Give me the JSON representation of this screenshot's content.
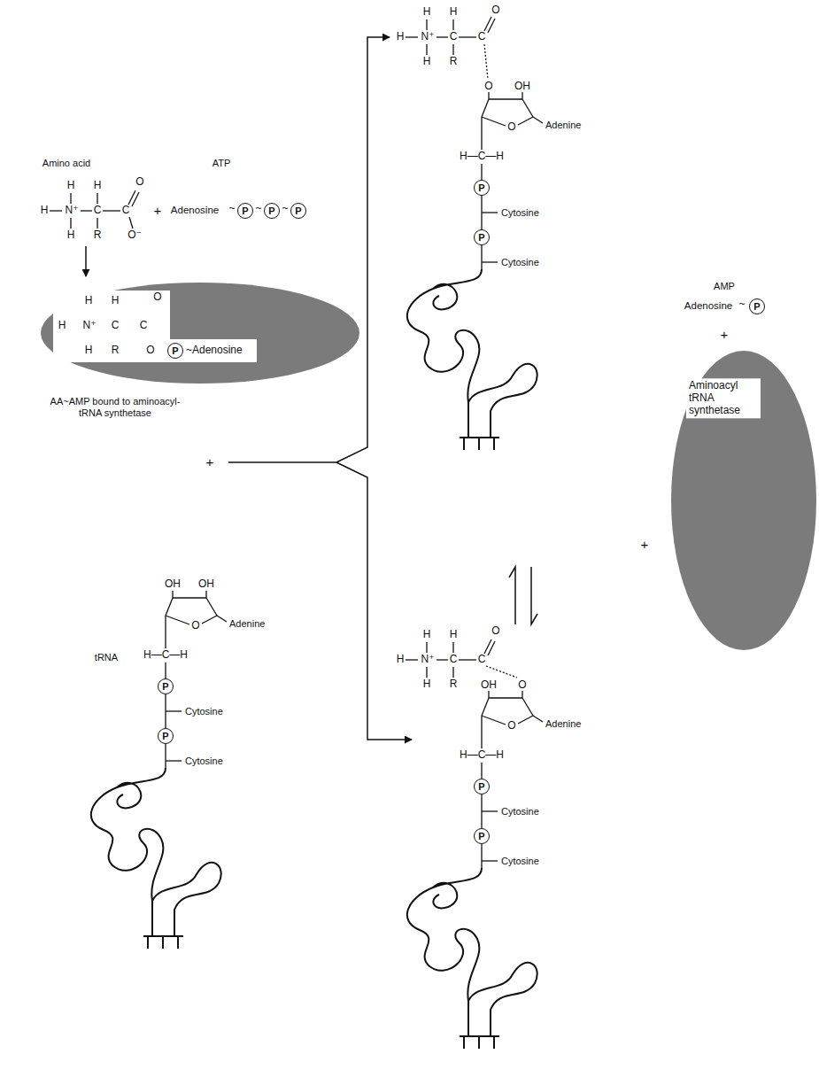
{
  "diagram": {
    "nodes": [
      {
        "text": [
          "P"
        ]
      },
      {
        "text": [
          "P"
        ]
      },
      {
        "text": [
          "P"
        ]
      },
      {
        "text": [
          "H",
          "H",
          "H",
          "N⁺",
          "C",
          "C",
          "O",
          "H",
          "R",
          "O",
          "~Adenosine"
        ]
      },
      {
        "text": [
          "P"
        ],
        "in": 3
      },
      {
        "text": [
          "P"
        ]
      },
      {
        "text": [
          "P"
        ]
      },
      {
        "text": [
          "P"
        ]
      },
      {
        "text": [
          "P"
        ]
      },
      {
        "text": [
          "P"
        ]
      },
      {
        "text": [
          "Aminoacyl tRNA synthetase"
        ]
      },
      {
        "text": [
          "P"
        ]
      },
      {
        "text": [
          "P"
        ]
      }
    ],
    "edges": [
      {
        "from": 5,
        "to": 6,
        "arrow": "none"
      },
      {
        "from": 7,
        "to": 8,
        "arrow": "none"
      },
      {
        "from": 11,
        "to": 12,
        "arrow": "none"
      }
    ],
    "labels": [
      "Amino acid",
      "ATP",
      "H",
      "H",
      "H",
      "N⁺",
      "C",
      "C",
      "O",
      "O⁻",
      "H",
      "R",
      "+",
      "Adenosine",
      "~",
      "~",
      "~",
      "AA~AMP bound to aminoacyl-tRNA synthetase",
      "+",
      "OH",
      "OH",
      "O",
      "Adenine",
      "H—C—H",
      "tRNA",
      "Cytosine",
      "Cytosine",
      "H",
      "H",
      "H",
      "N⁺",
      "C",
      "C",
      "O",
      "H",
      "R",
      "O",
      "OH",
      "O",
      "Adenine",
      "H—C—H",
      "Cytosine",
      "Cytosine",
      "AMP",
      "Adenosine",
      "~",
      "+",
      "+",
      "H",
      "H",
      "H",
      "N⁺",
      "C",
      "C",
      "O",
      "H",
      "R",
      "OH",
      "O",
      "O",
      "Adenine",
      "H—C—H",
      "Cytosine",
      "Cytosine"
    ]
  }
}
